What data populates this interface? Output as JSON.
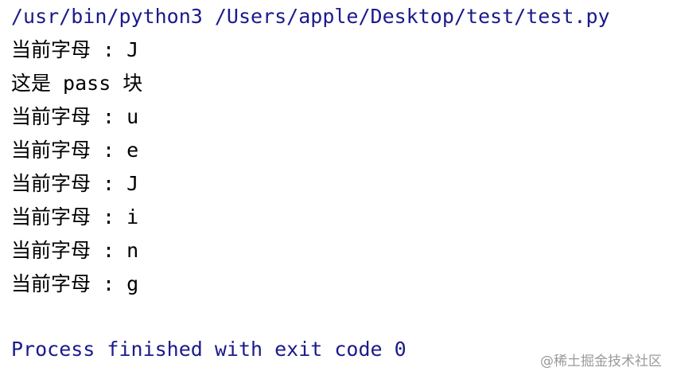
{
  "console": {
    "command": "/usr/bin/python3 /Users/apple/Desktop/test/test.py",
    "output": [
      "当前字母 : J",
      "这是 pass 块",
      "当前字母 : u",
      "当前字母 : e",
      "当前字母 : J",
      "当前字母 : i",
      "当前字母 : n",
      "当前字母 : g"
    ],
    "exit_message": "Process finished with exit code 0"
  },
  "watermark": "@稀土掘金技术社区",
  "colors": {
    "command_text": "#1a1a8c",
    "output_text": "#000000",
    "background": "#ffffff"
  }
}
